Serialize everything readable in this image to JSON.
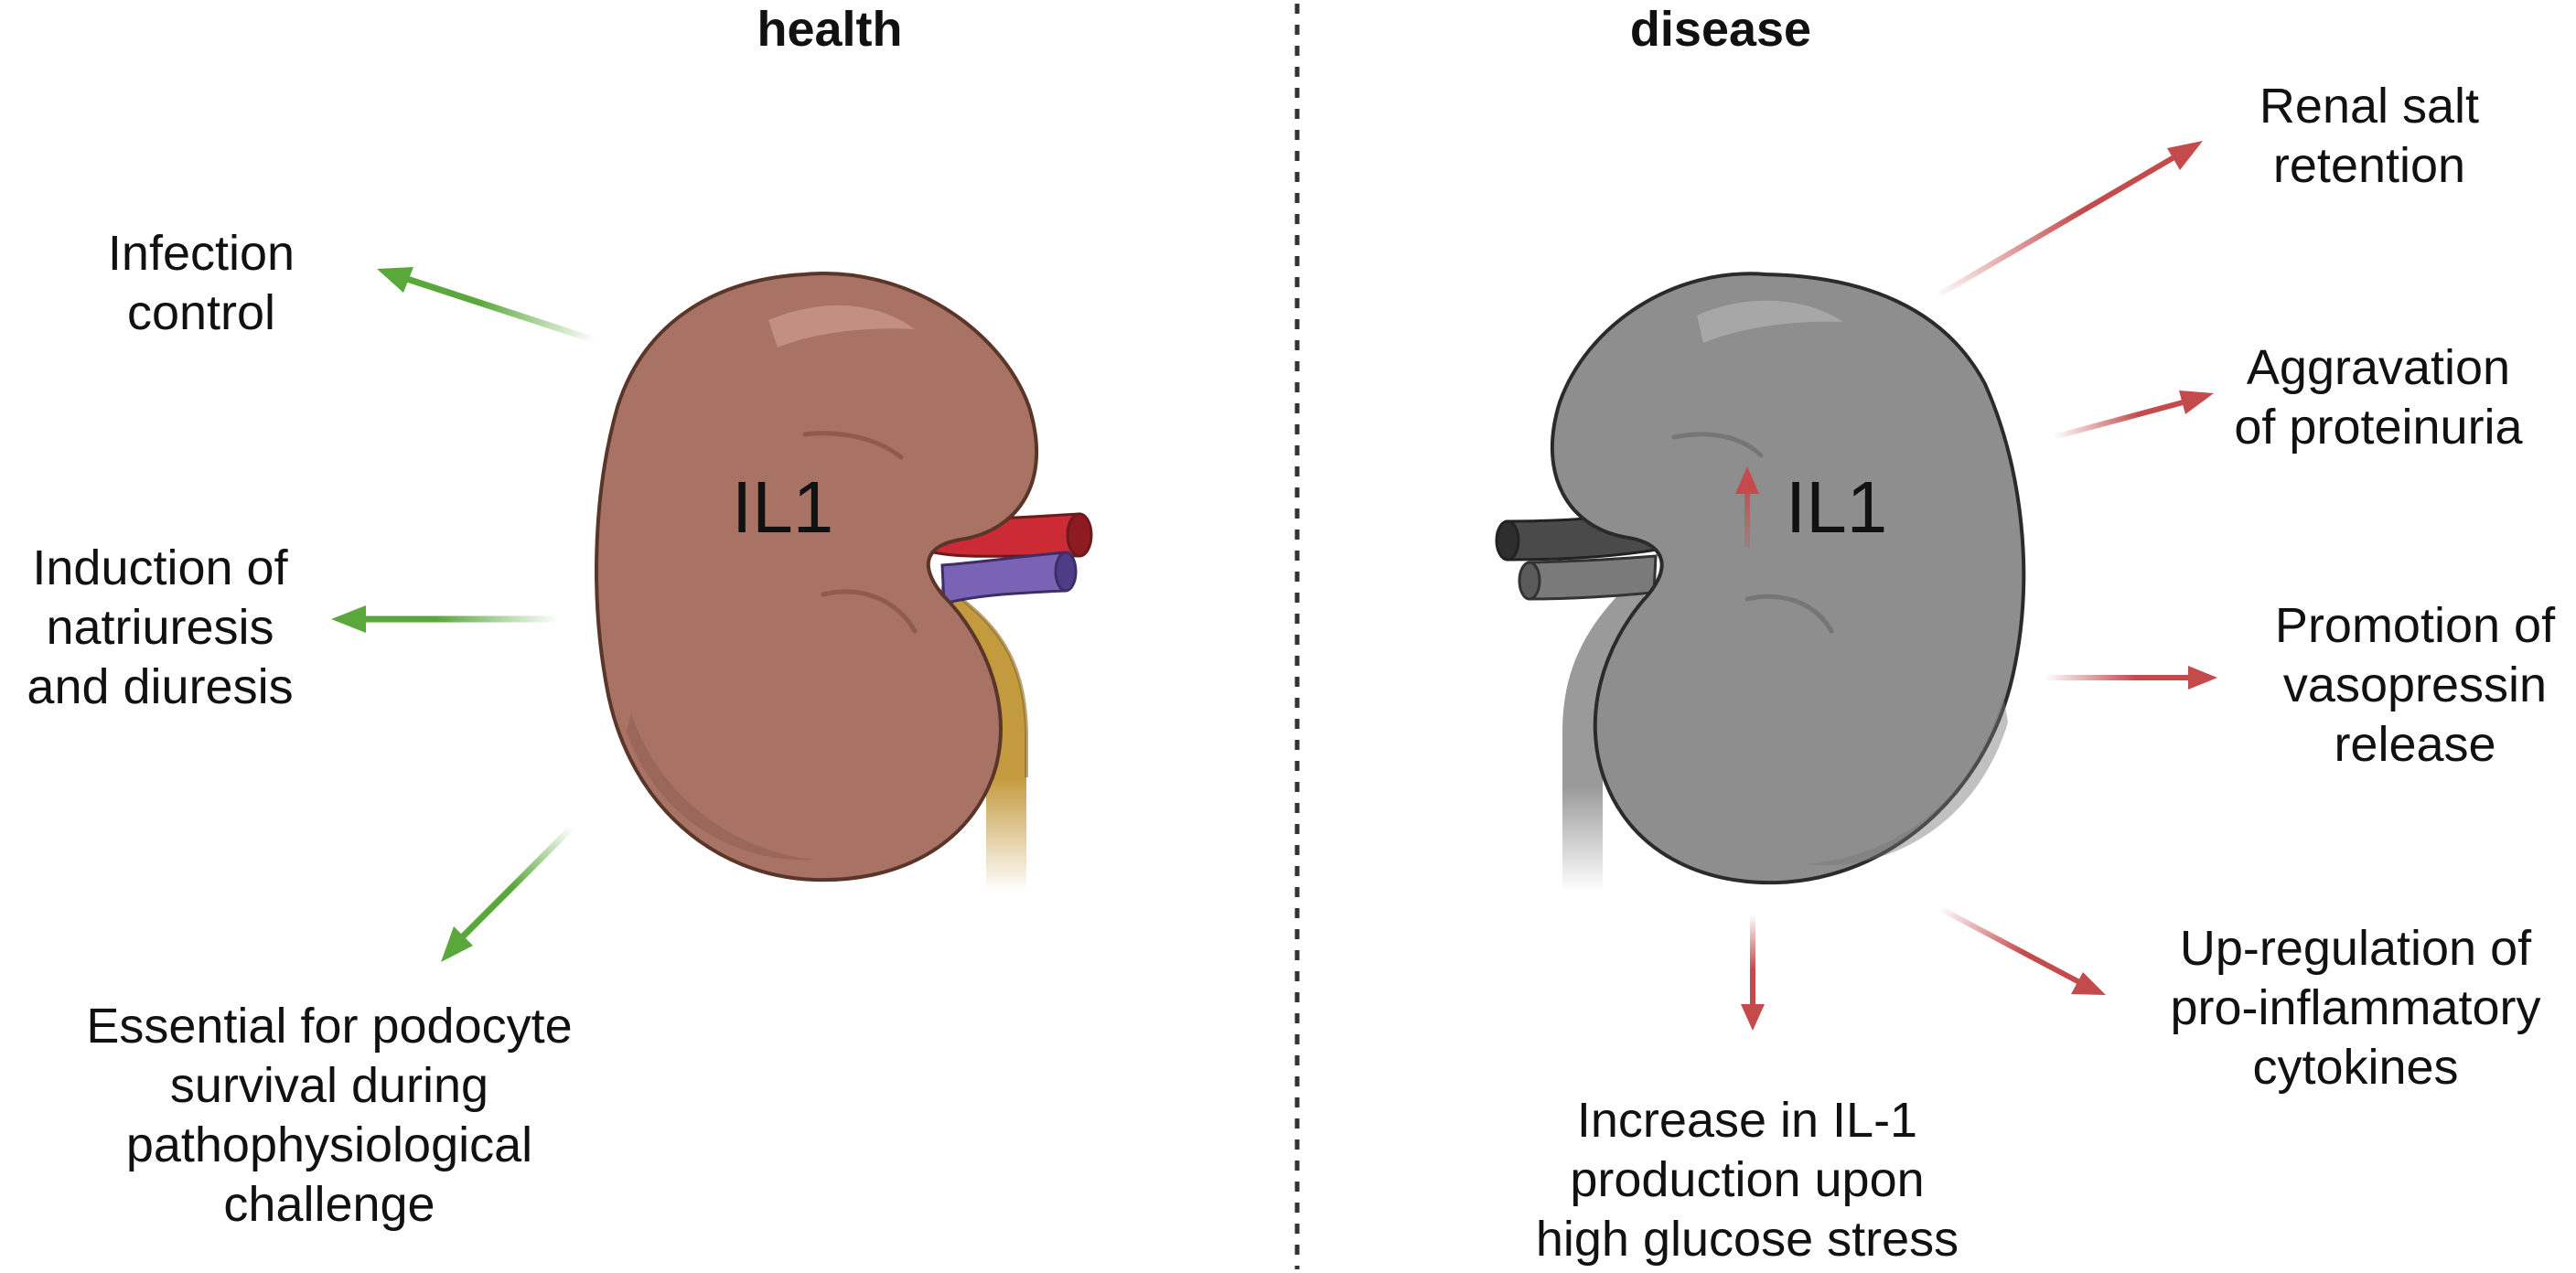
{
  "headings": {
    "health": "health",
    "disease": "disease"
  },
  "kidney_labels": {
    "health": "IL1",
    "disease": "IL1"
  },
  "health_effects": [
    {
      "lines": [
        "Infection",
        "control"
      ]
    },
    {
      "lines": [
        "Induction of",
        "natriuresis",
        "and diuresis"
      ]
    },
    {
      "lines": [
        "Essential for podocyte",
        "survival during",
        "pathophysiological",
        "challenge"
      ]
    }
  ],
  "disease_effects": [
    {
      "lines": [
        "Renal salt",
        "retention"
      ]
    },
    {
      "lines": [
        "Aggravation",
        "of proteinuria"
      ]
    },
    {
      "lines": [
        "Promotion of",
        "vasopressin",
        "release"
      ]
    },
    {
      "lines": [
        "Up-regulation of",
        "pro-inflammatory",
        "cytokines"
      ]
    },
    {
      "lines": [
        "Increase in IL-1",
        "production upon",
        "high glucose stress"
      ]
    }
  ],
  "colors": {
    "health_arrow": "#5aa83c",
    "disease_arrow": "#c44a4c",
    "kidney_healthy": "#a87264",
    "kidney_healthy_outline": "#5a3529",
    "kidney_disease": "#8e8e8e",
    "kidney_disease_outline": "#2b2b2b",
    "artery": "#cc2b35",
    "vein": "#7a63b5",
    "ureter": "#c49a3e",
    "divider": "#333333"
  }
}
